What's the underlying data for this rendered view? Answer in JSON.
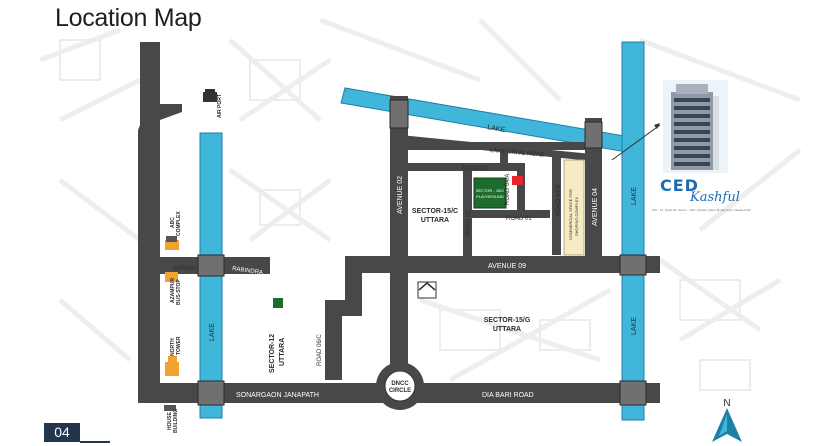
{
  "title": "Location Map",
  "page_number": "04",
  "roads": {
    "lake_drive": "LAKE DRIVE ROAD",
    "road_03": "ROAD 03",
    "road_01": "ROAD 01",
    "road_02": "ROAD 02",
    "road_04a": "ROAD 04/A",
    "road_4b": "ROAD 04/B",
    "road_06c": "ROAD 06/C",
    "avenue_02": "AVENUE 02",
    "avenue_04": "AVENUE 04",
    "avenue_09": "AVENUE 09",
    "sonargaon": "SONARGAON JANAPATH",
    "dia_bari": "DIA BARI ROAD",
    "rabindra": "RABINDRA",
    "sarani": "SARANI"
  },
  "water": {
    "lake_top": "LAKE",
    "lake_left": "LAKE",
    "lake_right_upper": "LAKE",
    "lake_right_lower": "LAKE"
  },
  "areas": {
    "sector_15c_line1": "SECTOR-15/C",
    "sector_15c_line2": "UTTARA",
    "sector_15g_line1": "SECTOR-15/G",
    "sector_15g_line2": "UTTARA",
    "sector_12_line1": "SECTOR-12",
    "sector_12_line2": "UTTARA"
  },
  "landmarks": {
    "playground_line1": "SECTOR - 15/C",
    "playground_line2": "PLAYGROUND",
    "commercial_line1": "COMMERCIAL SPACE FOR",
    "commercial_line2": "SHOPING COMPLEX",
    "airport": "AIR PORT",
    "abc_line1": "ABC",
    "abc_line2": "COMPLEX",
    "azampur_line1": "AZAMPUR",
    "azampur_line2": "BUS-STOP",
    "north_line1": "NORTH",
    "north_line2": "TOWER",
    "house_line1": "HOUSE",
    "house_line2": "BUILDING",
    "dncc_line1": "DNCC",
    "dncc_line2": "CIRCLE"
  },
  "brand": {
    "logo": "CED",
    "name": "Kashful",
    "address": "Plot - 14, Road-06, Sector - 15/C, Diabari Uttara Model Town, Dhaka-1230"
  },
  "compass": "N",
  "colors": {
    "road": "#48484a",
    "water": "#3fb6da",
    "background": "#f7f7f7",
    "playground": "#1e6b2e",
    "commercial": "#f7ebc6",
    "site_marker": "#e5262d",
    "badge": "#23344f"
  }
}
